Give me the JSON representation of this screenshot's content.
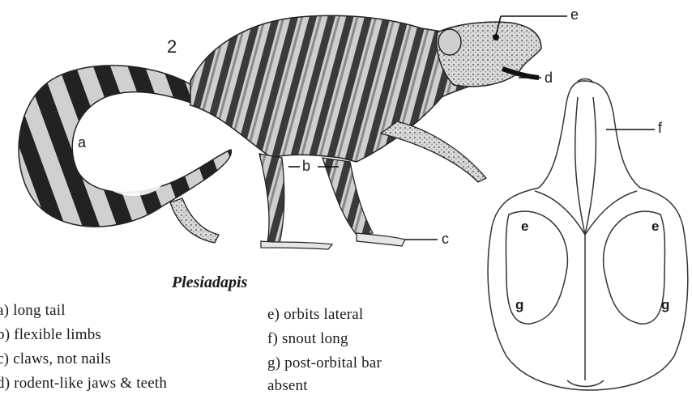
{
  "figure": {
    "number": "2",
    "title": "Plesiadapis"
  },
  "labels": {
    "a": "a",
    "b": "b",
    "c": "c",
    "d": "d",
    "e": "e",
    "f": "f",
    "skull_e_left": "e",
    "skull_e_right": "e",
    "skull_g_left": "g",
    "skull_g_right": "g"
  },
  "traits_left": [
    "a) long tail",
    "b) flexible limbs",
    "c) claws, not nails",
    "d) rodent-like jaws & teeth"
  ],
  "traits_right": [
    "e) orbits lateral",
    "f) snout long",
    "g) post-orbital bar",
    "absent"
  ],
  "colors": {
    "ink": "#1a1a1a",
    "fur_dark": "#2a2a2a",
    "fur_mid": "#8a8a8a",
    "fur_light": "#d8d8d8",
    "skull_line": "#333333"
  }
}
